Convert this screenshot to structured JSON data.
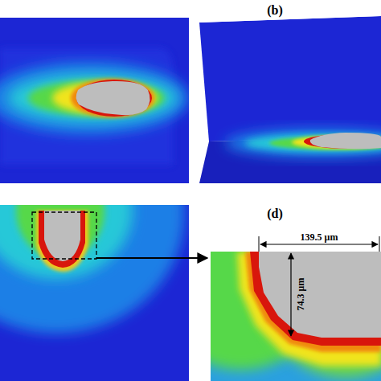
{
  "diagram": {
    "labels": [
      "(b)",
      "(d)",
      "139.5 μm",
      "74.3 μm"
    ]
  }
}
